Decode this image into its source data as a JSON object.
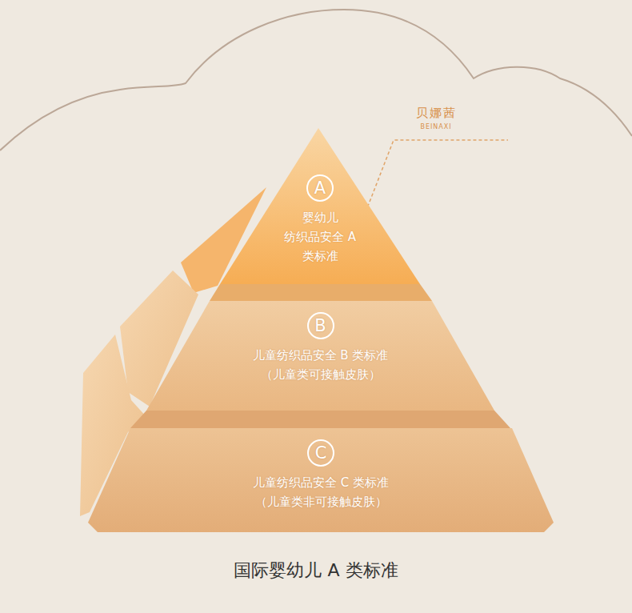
{
  "diagram": {
    "caption": "国际婴幼儿 A 类标准",
    "nodes": [
      {
        "text": [
          "A",
          "婴幼儿 纺织品安全 A 类标准"
        ]
      },
      {
        "text": [
          "B",
          "儿童纺织品安全 B 类标准",
          "（儿童类可接触皮肤）"
        ]
      },
      {
        "text": [
          "C",
          "儿童纺织品安全 C 类标准",
          "（儿童类非可接触皮肤）"
        ]
      }
    ],
    "labels": [
      "贝娜茜",
      "BEINAXI"
    ]
  }
}
